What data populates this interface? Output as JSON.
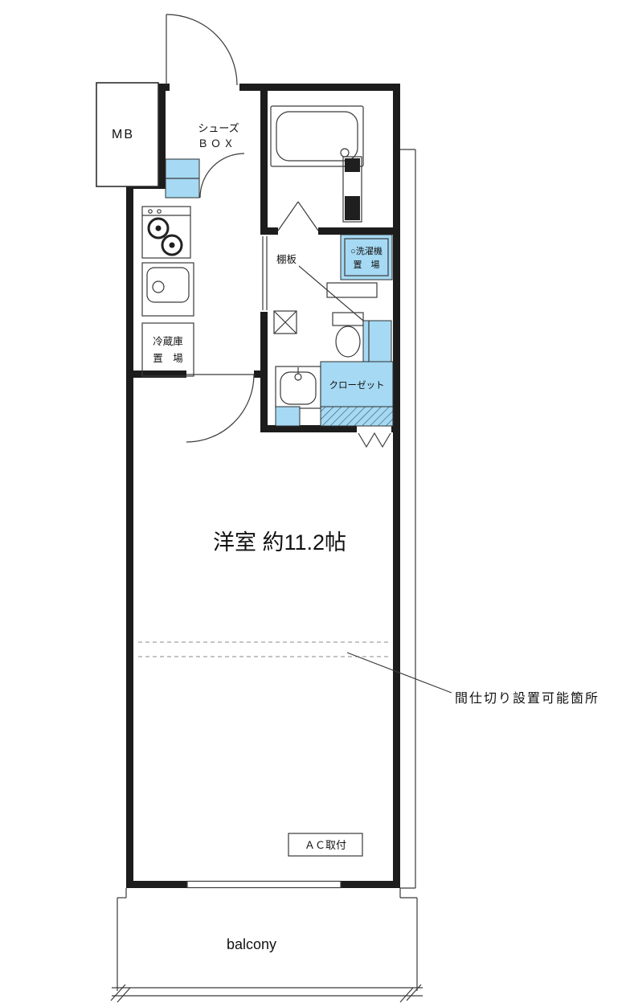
{
  "colors": {
    "wall": "#1c1c1c",
    "thin_line": "#3a3a3a",
    "fixture_fill": "#a6d9f3",
    "dashed_line": "#8a8a8a"
  },
  "labels": {
    "meter_box": "MB",
    "shoe_box_line1": "シューズ",
    "shoe_box_line2": "ＢＯＸ",
    "shelf_board": "棚板",
    "washer_place_line1": "○洗濯機",
    "washer_place_line2": "置　場",
    "fridge_place_line1": "冷蔵庫",
    "fridge_place_line2": "置　場",
    "closet": "クローゼット",
    "main_room": "洋室 約11.2帖",
    "partition_note": "間仕切り設置可能箇所",
    "ac_mount": "ＡＣ取付",
    "balcony": "balcony"
  }
}
